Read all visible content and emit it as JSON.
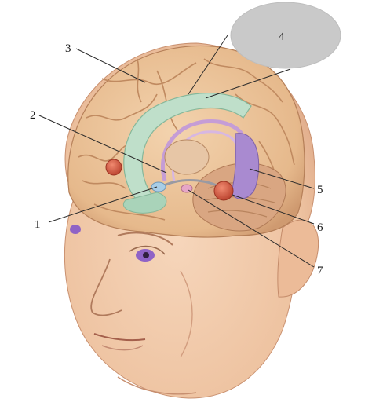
{
  "labels": {
    "l1": "1",
    "l2": "2",
    "l3": "3",
    "l4": "4",
    "l5": "5",
    "l6": "6",
    "l7": "7"
  },
  "colors": {
    "background": "#ffffff",
    "skin": "#f1c9a8",
    "skin_shadow": "#d99f7f",
    "brain": "#e8bd92",
    "brain_fold": "#c48c62",
    "cerebellum": "#dba985",
    "hippocampus_ring": "#b9dcc6",
    "fornix": "#c9a7d8",
    "violet_structure": "#a889cf",
    "amygdala_red": "#d2553d",
    "eye_iris": "#8f63c6",
    "oval_fill": "#c9c9c9"
  }
}
